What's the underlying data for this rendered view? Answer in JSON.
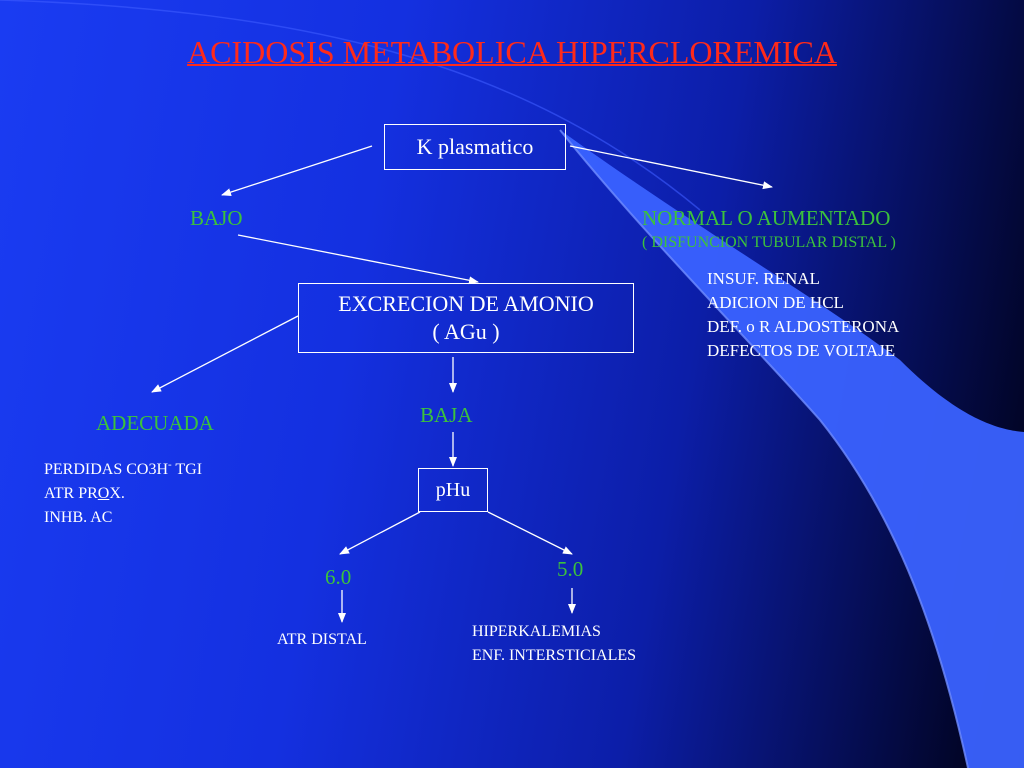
{
  "title": "ACIDOSIS METABOLICA HIPERCLOREMICA",
  "nodes": {
    "k_plasmatico": "K plasmatico",
    "bajo": "BAJO",
    "normal_aumentado": "NORMAL O AUMENTADO",
    "disfuncion": "( DISFUNCION TUBULAR DISTAL )",
    "excrecion_line1": "EXCRECION DE AMONIO",
    "excrecion_line2": "( AGu )",
    "adecuada": "ADECUADA",
    "baja": "BAJA",
    "phu": "pHu",
    "ph_60": "6.0",
    "ph_50": "5.0",
    "atr_distal": "ATR DISTAL"
  },
  "right_list": [
    "INSUF. RENAL",
    "ADICION DE HCL",
    "DEF. o R ALDOSTERONA",
    "DEFECTOS DE VOLTAJE"
  ],
  "left_list": {
    "line1_a": "PERDIDAS CO3H",
    "line1_sup": "-",
    "line1_b": " TGI",
    "line2_a": "ATR PR",
    "line2_u": "O",
    "line2_b": "X.",
    "line3": "INHB. AC"
  },
  "bottom_right": [
    "HIPERKALEMIAS",
    "ENF. INTERSTICIALES"
  ],
  "colors": {
    "title": "#ff2a1a",
    "green": "#3cc23c",
    "text": "#ffffff",
    "swoosh": "#3a62ff"
  }
}
